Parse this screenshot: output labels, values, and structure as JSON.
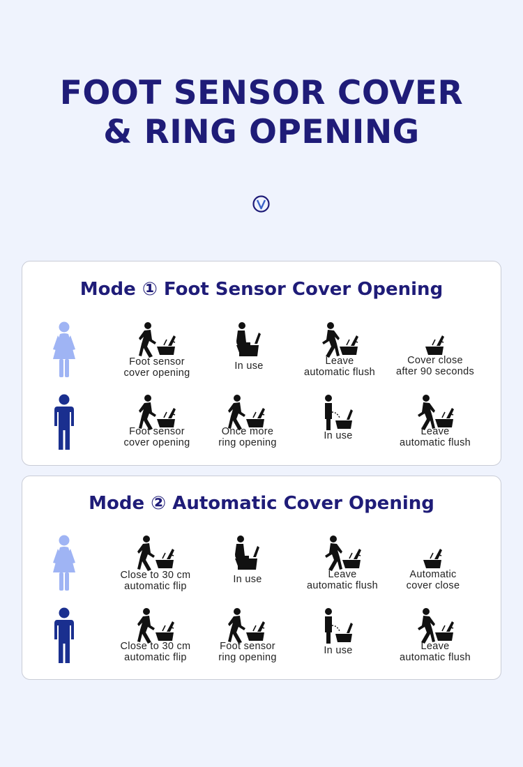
{
  "header": {
    "title_line1": "FOOT SENSOR COVER",
    "title_line2": "& RING OPENING"
  },
  "colors": {
    "brand": "#1f1c78",
    "female": "#9fb4f4",
    "male": "#1a2f8f",
    "background": "#eff3fd"
  },
  "mode1": {
    "title": "Mode ① Foot Sensor Cover Opening",
    "female_steps": [
      {
        "icon": "walk-to-toilet-icon",
        "line1": "Foot sensor",
        "line2": "cover opening"
      },
      {
        "icon": "sitting-icon",
        "line1": "In use",
        "line2": ""
      },
      {
        "icon": "walk-away-icon",
        "line1": "Leave",
        "line2": "automatic flush"
      },
      {
        "icon": "toilet-closed-icon",
        "line1": "Cover close",
        "line2": "after 90 seconds"
      }
    ],
    "male_steps": [
      {
        "icon": "walk-to-toilet-icon",
        "line1": "Foot sensor",
        "line2": "cover opening"
      },
      {
        "icon": "step-ring-icon",
        "line1": "Once more",
        "line2": "ring opening"
      },
      {
        "icon": "standing-icon",
        "line1": "In use",
        "line2": ""
      },
      {
        "icon": "walk-away-icon",
        "line1": "Leave",
        "line2": "automatic flush"
      }
    ]
  },
  "mode2": {
    "title": "Mode ② Automatic Cover Opening",
    "female_steps": [
      {
        "icon": "walk-to-toilet-icon",
        "line1": "Close to 30 cm",
        "line2": "automatic flip"
      },
      {
        "icon": "sitting-icon",
        "line1": "In use",
        "line2": ""
      },
      {
        "icon": "walk-away-icon",
        "line1": "Leave",
        "line2": "automatic flush"
      },
      {
        "icon": "toilet-closed-icon",
        "line1": "Automatic",
        "line2": "cover close"
      }
    ],
    "male_steps": [
      {
        "icon": "walk-to-toilet-icon",
        "line1": "Close to 30 cm",
        "line2": "automatic flip"
      },
      {
        "icon": "step-ring-icon",
        "line1": "Foot sensor",
        "line2": "ring opening"
      },
      {
        "icon": "standing-icon",
        "line1": "In use",
        "line2": ""
      },
      {
        "icon": "walk-away-icon",
        "line1": "Leave",
        "line2": "automatic flush"
      }
    ]
  }
}
